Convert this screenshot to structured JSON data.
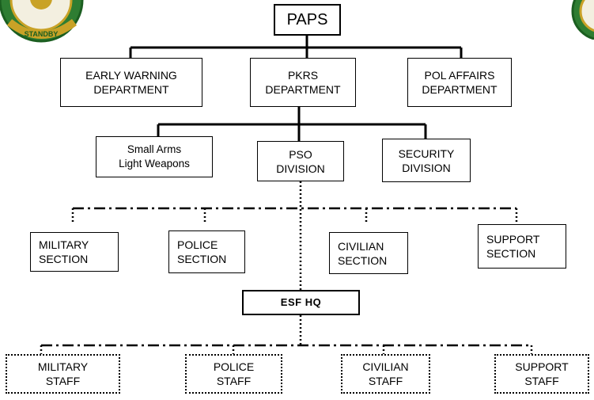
{
  "chart": {
    "top": "PAPS",
    "departments": [
      {
        "id": "early-warning",
        "label": "EARLY WARNING\nDEPARTMENT"
      },
      {
        "id": "pkrs",
        "label": "PKRS\nDEPARTMENT"
      },
      {
        "id": "pol-affairs",
        "label": "POL AFFAIRS\nDEPARTMENT"
      }
    ],
    "divisions": [
      {
        "id": "small-arms",
        "label": "Small Arms\nLight Weapons"
      },
      {
        "id": "pso",
        "label": "PSO\nDIVISION"
      },
      {
        "id": "security",
        "label": "SECURITY\nDIVISION"
      }
    ],
    "sections": [
      {
        "id": "military",
        "label": "MILITARY\nSECTION"
      },
      {
        "id": "police",
        "label": "POLICE\nSECTION"
      },
      {
        "id": "civilian",
        "label": "CIVILIAN\nSECTION"
      },
      {
        "id": "support",
        "label": "SUPPORT\nSECTION"
      }
    ],
    "hq": "ESF  HQ",
    "staff": [
      {
        "id": "military",
        "label": "MILITARY\nSTAFF"
      },
      {
        "id": "police",
        "label": "POLICE\nSTAFF"
      },
      {
        "id": "civilian",
        "label": "CIVILIAN\nSTAFF"
      },
      {
        "id": "support",
        "label": "SUPPORT\nSTAFF"
      }
    ]
  },
  "logos": {
    "left": {
      "icon": "ecowas-standby-force-emblem",
      "text": "STANDBY",
      "ring_color": "#2e7d32",
      "accent_color": "#c9a227"
    },
    "right": {
      "icon": "ecowas-emblem",
      "ring_color": "#2e7d32"
    }
  }
}
